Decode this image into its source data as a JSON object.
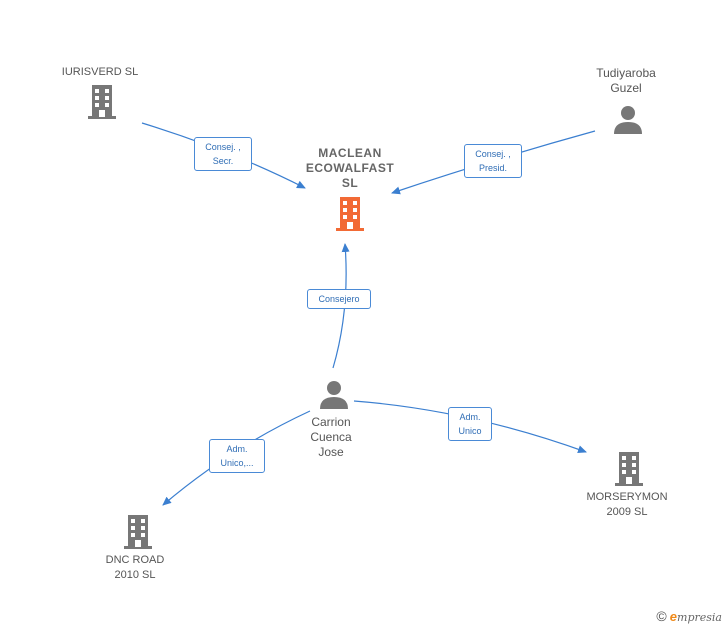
{
  "nodes": {
    "iurisverd": {
      "label_lines": [
        "IURISVERD  SL"
      ],
      "type": "company"
    },
    "tudiyaroba": {
      "label_lines": [
        "Tudiyaroba",
        "Guzel"
      ],
      "type": "person"
    },
    "maclean": {
      "label_lines": [
        "MACLEAN",
        "ECOWALFAST",
        "SL"
      ],
      "type": "company",
      "highlight": true
    },
    "carrion": {
      "label_lines": [
        "Carrion",
        "Cuenca",
        "Jose"
      ],
      "type": "person"
    },
    "dnc": {
      "label_lines": [
        "DNC ROAD",
        "2010 SL"
      ],
      "type": "company"
    },
    "morserymon": {
      "label_lines": [
        "MORSERYMON",
        "2009  SL"
      ],
      "type": "company"
    }
  },
  "edges": [
    {
      "id": "iurisverd-maclean",
      "label_lines": [
        "Consej. ,",
        "Secr."
      ]
    },
    {
      "id": "tudiyaroba-maclean",
      "label_lines": [
        "Consej. ,",
        "Presid."
      ]
    },
    {
      "id": "carrion-maclean",
      "label_lines": [
        "Consejero"
      ]
    },
    {
      "id": "carrion-dnc",
      "label_lines": [
        "Adm.",
        "Unico,..."
      ]
    },
    {
      "id": "carrion-morserymon",
      "label_lines": [
        "Adm.",
        "Unico"
      ]
    }
  ],
  "colors": {
    "edge": "#3b7fd0",
    "company_icon": "#777777",
    "highlight_icon": "#f26a35",
    "person_icon": "#777777"
  },
  "credit": {
    "symbol": "©",
    "e": "e",
    "brand": "mpresia"
  }
}
